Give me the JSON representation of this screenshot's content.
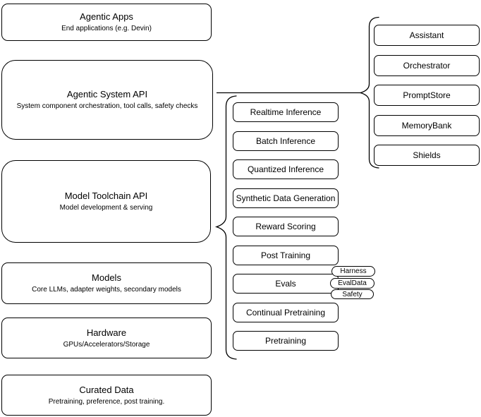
{
  "layers": [
    {
      "title": "Agentic Apps",
      "subtitle": "End applications (e.g. Devin)"
    },
    {
      "title": "Agentic System API",
      "subtitle": "System component orchestration, tool calls, safety checks"
    },
    {
      "title": "Model Toolchain API",
      "subtitle": "Model development & serving"
    },
    {
      "title": "Models",
      "subtitle": "Core LLMs, adapter weights, secondary models"
    },
    {
      "title": "Hardware",
      "subtitle": "GPUs/Accelerators/Storage"
    },
    {
      "title": "Curated Data",
      "subtitle": "Pretraining, preference, post training."
    }
  ],
  "toolchain_services": [
    {
      "label": "Realtime Inference"
    },
    {
      "label": "Batch Inference"
    },
    {
      "label": "Quantized Inference"
    },
    {
      "label": "Synthetic Data Generation"
    },
    {
      "label": "Reward Scoring"
    },
    {
      "label": "Post Training"
    },
    {
      "label": "Evals"
    },
    {
      "label": "Continual Pretraining"
    },
    {
      "label": "Pretraining"
    }
  ],
  "eval_tags": [
    {
      "label": "Harness"
    },
    {
      "label": "EvalData"
    },
    {
      "label": "Safety"
    }
  ],
  "system_components": [
    {
      "label": "Assistant"
    },
    {
      "label": "Orchestrator"
    },
    {
      "label": "PromptStore"
    },
    {
      "label": "MemoryBank"
    },
    {
      "label": "Shields"
    }
  ],
  "colors": {
    "stroke": "#000000",
    "background": "#ffffff",
    "text": "#000000"
  }
}
